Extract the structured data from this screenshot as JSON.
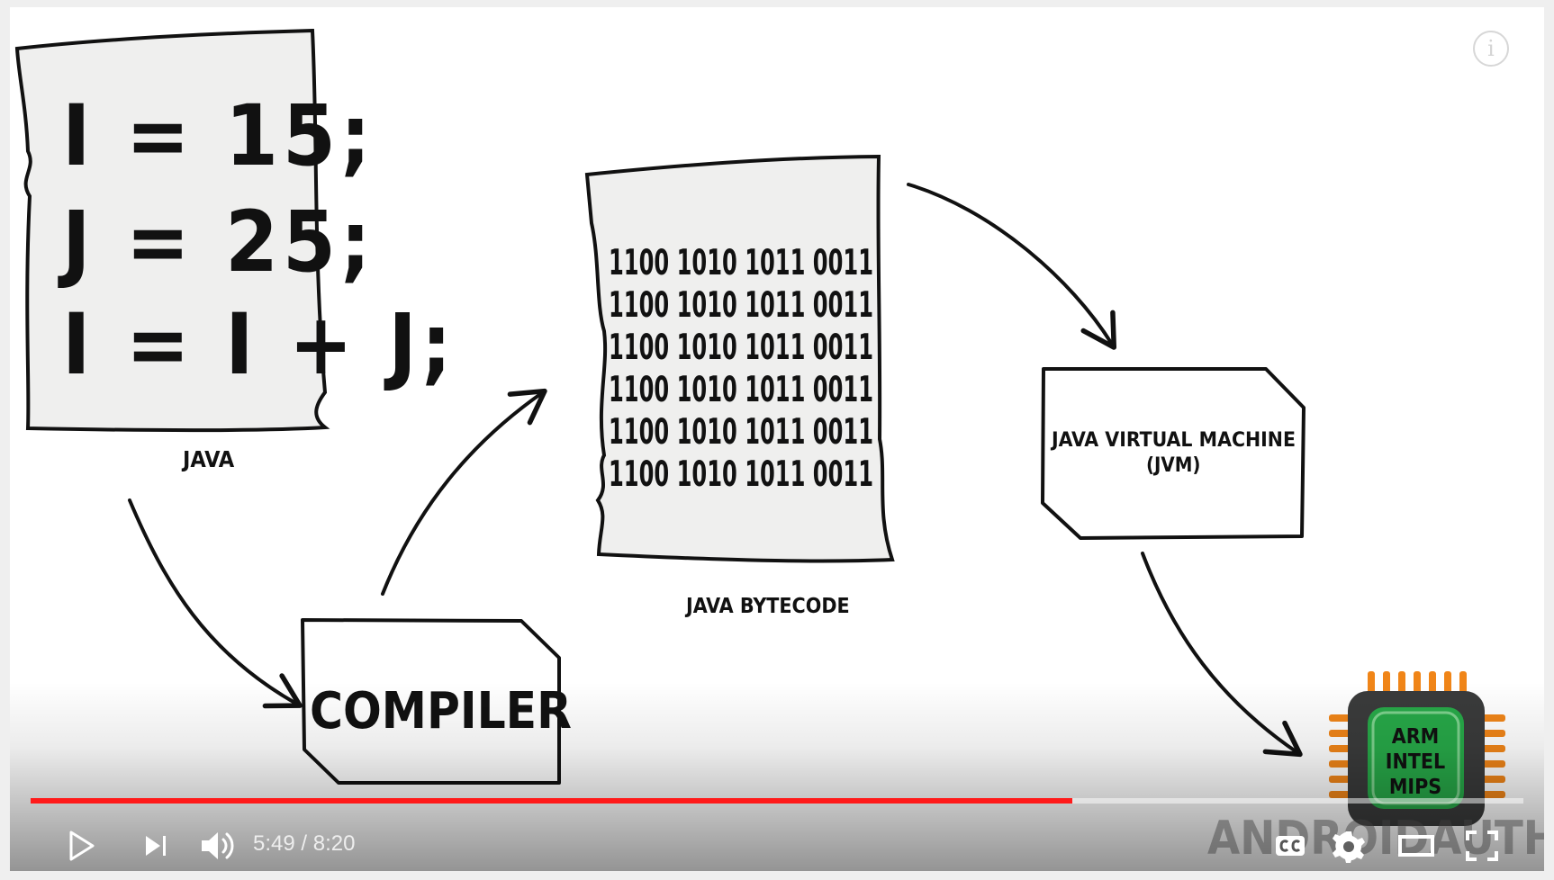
{
  "video": {
    "java_code": {
      "line_1": "I = 15;",
      "line_2": "J = 25;",
      "line_3": "I = I + J;"
    },
    "labels": {
      "java": "JAVA",
      "compiler": "COMPILER",
      "bytecode": "JAVA BYTECODE",
      "jvm_line_1": "JAVA VIRTUAL MACHINE",
      "jvm_line_2": "(JVM)",
      "cpu_line_1": "ARM",
      "cpu_line_2": "INTEL",
      "cpu_line_3": "MIPS"
    },
    "bytecode_lines": [
      "1100 1010 1011 0011",
      "1100 1010 1011 0011",
      "1100 1010 1011 0011",
      "1100 1010 1011 0011",
      "1100 1010 1011 0011",
      "1100 1010 1011 0011"
    ],
    "watermark": "ANDROIDAUTHORITY"
  },
  "player": {
    "info_icon": "i",
    "current_time": "5:49",
    "duration": "8:20",
    "time_text": "5:49 / 8:20",
    "progress_percent": 69.8,
    "colors": {
      "progress": "#ff1a1a",
      "cpu_green": "#27a848",
      "cpu_orange": "#f08518",
      "cpu_dark": "#3a3b3b"
    },
    "icons": {
      "play": "play-icon",
      "next": "skip-next-icon",
      "volume": "volume-icon",
      "captions": "captions-icon",
      "settings": "settings-gear-icon",
      "theater": "theater-mode-icon",
      "fullscreen": "fullscreen-icon"
    }
  }
}
